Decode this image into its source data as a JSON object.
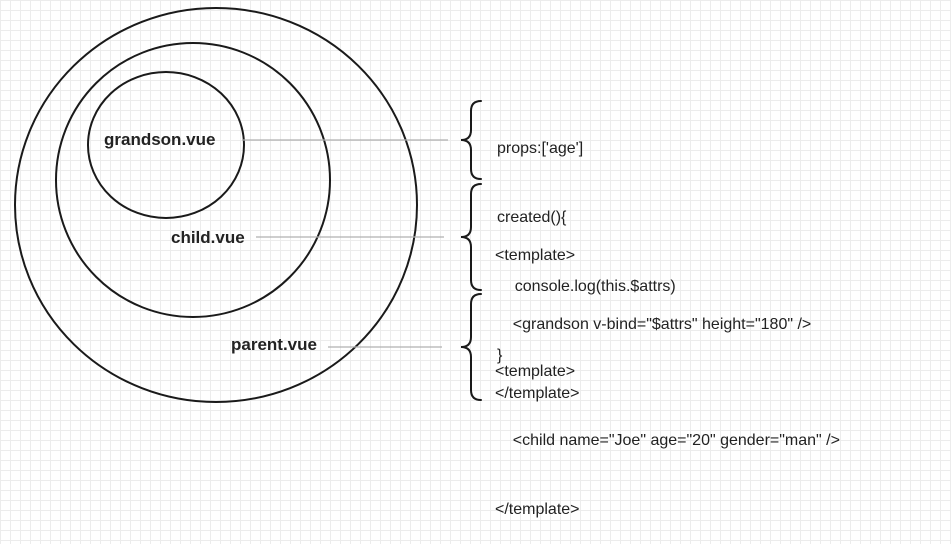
{
  "labels": {
    "grandson": "grandson.vue",
    "child": "child.vue",
    "parent": "parent.vue"
  },
  "code_blocks": {
    "grandson": [
      "props:['age']",
      "created(){",
      "    console.log(this.$attrs)",
      "}"
    ],
    "child": [
      "<template>",
      "    <grandson v-bind=\"$attrs\" height=\"180\" />",
      "</template>"
    ],
    "parent": [
      "<template>",
      "    <child name=\"Joe\" age=\"20\" gender=\"man\" />",
      "</template>"
    ]
  },
  "colors": {
    "circle_stroke": "#1a1a1a",
    "connector": "#b0b0b0",
    "grid": "#ececec"
  }
}
